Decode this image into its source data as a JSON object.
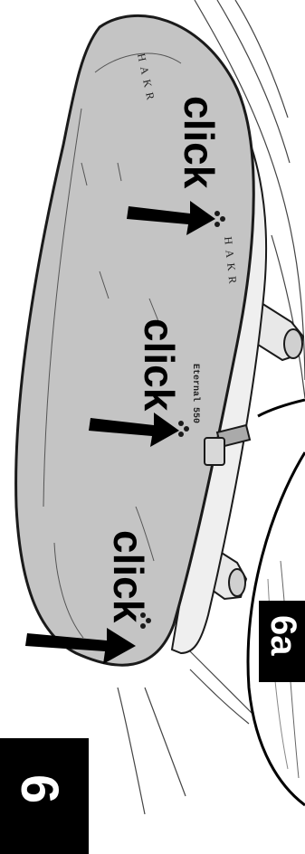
{
  "step": {
    "number": "6",
    "substep": "6a"
  },
  "callouts": [
    {
      "label": "click"
    },
    {
      "label": "click"
    },
    {
      "label": "click"
    }
  ],
  "box": {
    "brand": "HAKR",
    "brand_side": "HAKR",
    "model": "Eternal 550"
  },
  "colors": {
    "box_fill": "#c4c4c4",
    "box_stroke": "#1a1a1a",
    "arrow": "#000000",
    "badge": "#000000",
    "badge_text": "#ffffff",
    "line": "#333333"
  },
  "icons": {
    "arrow": "arrow-right-icon",
    "latch": "latch-icon"
  }
}
